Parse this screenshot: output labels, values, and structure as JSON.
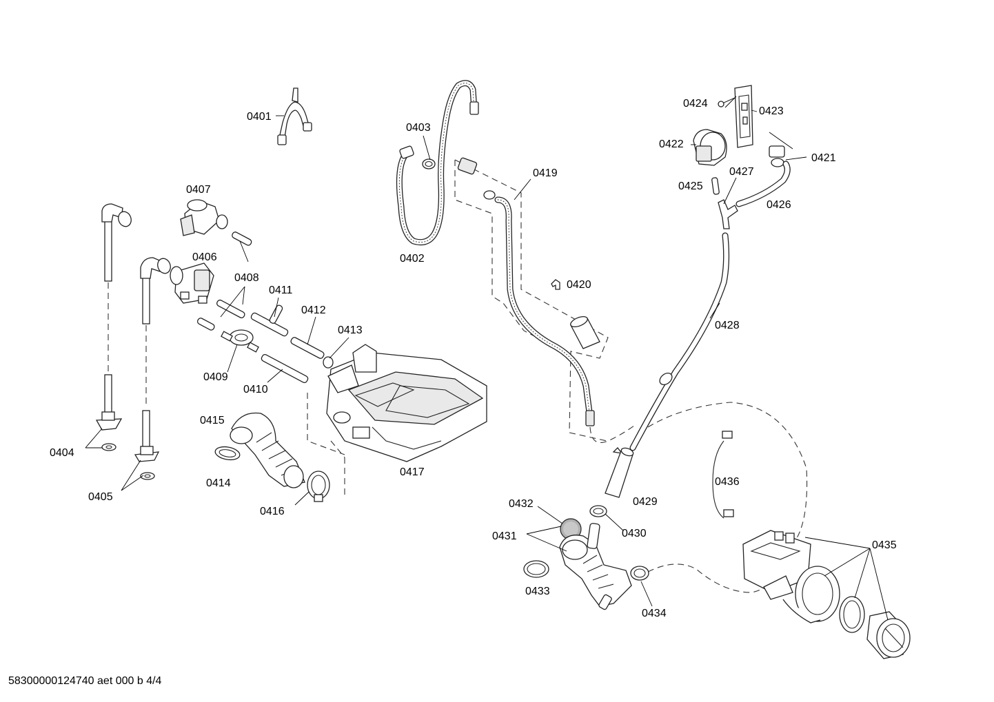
{
  "labels": {
    "p0401": "0401",
    "p0402": "0402",
    "p0403": "0403",
    "p0404": "0404",
    "p0405": "0405",
    "p0406": "0406",
    "p0407": "0407",
    "p0408": "0408",
    "p0409": "0409",
    "p0410": "0410",
    "p0411": "0411",
    "p0412": "0412",
    "p0413": "0413",
    "p0414": "0414",
    "p0415": "0415",
    "p0416": "0416",
    "p0417": "0417",
    "p0419": "0419",
    "p0420": "0420",
    "p0421": "0421",
    "p0422": "0422",
    "p0423": "0423",
    "p0424": "0424",
    "p0425": "0425",
    "p0426": "0426",
    "p0427": "0427",
    "p0428": "0428",
    "p0429": "0429",
    "p0430": "0430",
    "p0431": "0431",
    "p0432": "0432",
    "p0433": "0433",
    "p0434": "0434",
    "p0435": "0435",
    "p0436": "0436"
  },
  "footer": {
    "doc_id": "58300000124740 aet 000 b 4/4"
  }
}
